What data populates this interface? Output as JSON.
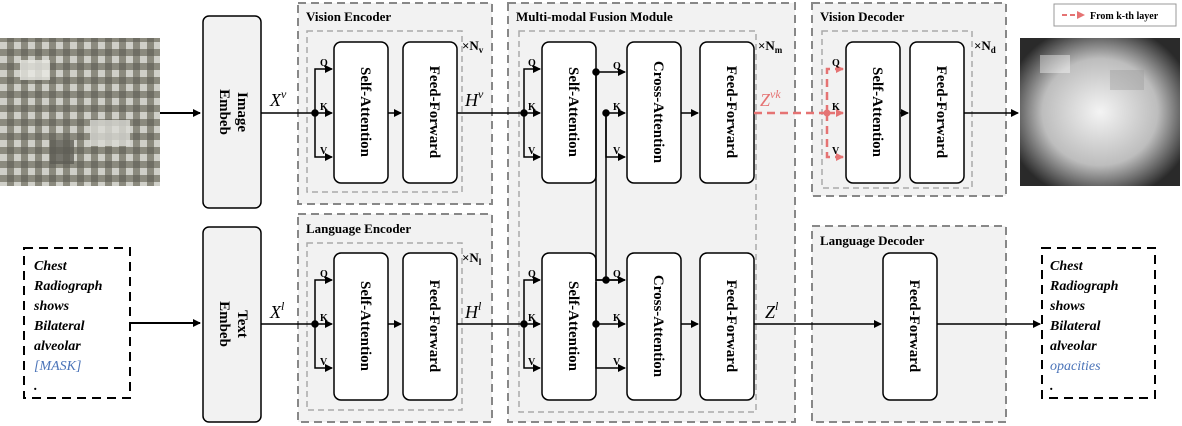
{
  "legend": {
    "label": "From k-th layer",
    "color": "#e57373"
  },
  "blocks": {
    "image_embed": "Image Embeb",
    "text_embed": "Text Embeb",
    "self_attention": "Self-Attention",
    "feed_forward": "Feed-Forward",
    "cross_attention": "Cross-Attention"
  },
  "sections": {
    "vision_encoder": {
      "title": "Vision Encoder",
      "repeat": "×N",
      "sub": "v"
    },
    "language_encoder": {
      "title": "Language Encoder",
      "repeat": "×N",
      "sub": "l"
    },
    "fusion": {
      "title": "Multi-modal Fusion Module",
      "repeat": "×N",
      "sub": "m"
    },
    "vision_decoder": {
      "title": "Vision Decoder",
      "repeat": "×N",
      "sub": "d"
    },
    "language_decoder": {
      "title": "Language Decoder"
    }
  },
  "variables": {
    "xv": "X",
    "xv_sup": "v",
    "xl": "X",
    "xl_sup": "l",
    "hv": "H",
    "hv_sup": "v",
    "hl": "H",
    "hl_sup": "l",
    "zvk": "Z",
    "zvk_sup": "vk",
    "zl": "Z",
    "zl_sup": "l"
  },
  "qkv": {
    "q": "Q",
    "k": "K",
    "v": "V"
  },
  "input_text": [
    "Chest",
    "Radiograph",
    "shows",
    "Bilateral",
    "alveolar",
    "[MASK]",
    "."
  ],
  "output_text": [
    "Chest",
    "Radiograph",
    "shows",
    "Bilateral",
    "alveolar",
    "opacities",
    "."
  ],
  "colors": {
    "accent_blue": "#4a73b8",
    "highlight": "#e57373",
    "panel": "#f2f2f2"
  }
}
